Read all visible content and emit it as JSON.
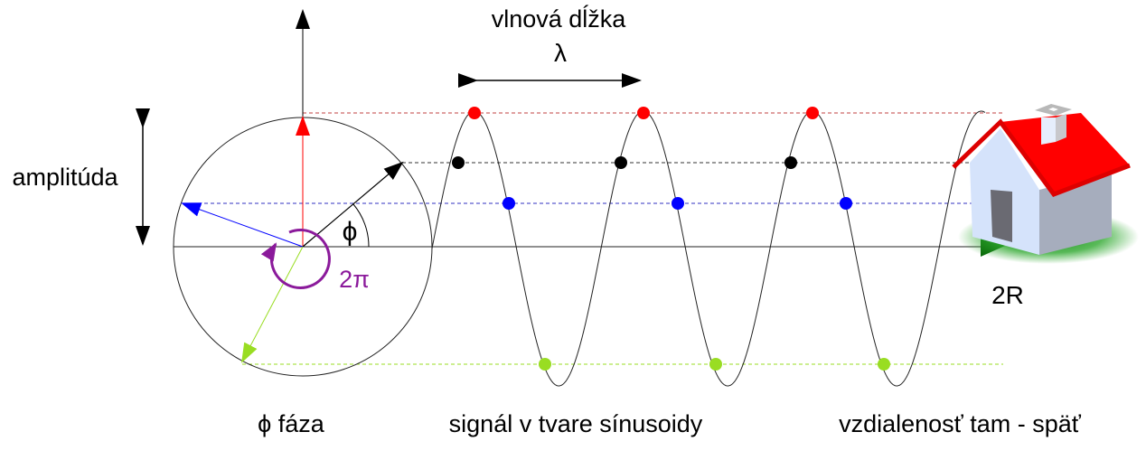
{
  "labels": {
    "wavelength": "vlnová dĺžka",
    "lambda": "λ",
    "amplitude": "amplitúda",
    "phi": "ϕ",
    "two_pi": "2π",
    "two_r": "2R",
    "phase": "ϕ fáza",
    "signal": "signál v tvare sínusoidy",
    "distance": "vzdialenosť tam - späť"
  },
  "colors": {
    "red": "#ff0000",
    "black": "#000000",
    "blue": "#0000ff",
    "green": "#99dd22",
    "purple": "#8b1a9b",
    "axis_arrow": "#006600"
  }
}
